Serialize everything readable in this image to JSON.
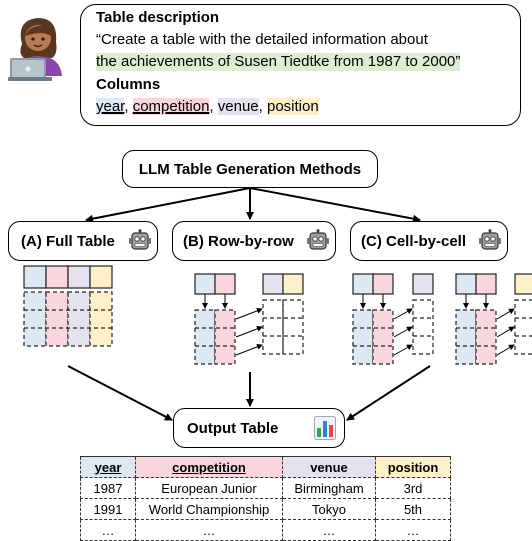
{
  "description": {
    "heading": "Table description",
    "quote_line1": "“Create a table with the detailed information about",
    "quote_line2": "the achievements of Susen Tiedtke from 1987 to 2000”",
    "columns_heading": "Columns",
    "columns": [
      "year",
      "competition",
      "venue",
      "position"
    ],
    "separator": ", "
  },
  "methods": {
    "title": "LLM Table Generation Methods",
    "a": "(A) Full Table",
    "b": "(B) Row-by-row",
    "c": "(C) Cell-by-cell"
  },
  "output": {
    "title": "Output Table",
    "headers": [
      "year",
      "competition",
      "venue",
      "position"
    ],
    "rows": [
      [
        "1987",
        "European Junior",
        "Birmingham",
        "3rd"
      ],
      [
        "1991",
        "World Championship",
        "Tokyo",
        "5th"
      ],
      [
        "…",
        "…",
        "…",
        "…"
      ]
    ]
  },
  "colors": {
    "blue": "#dde8f5",
    "pink": "#f9d5dd",
    "lavender": "#e5e2f0",
    "yellow": "#fdefc8",
    "green": "#dcedd2"
  },
  "icons": [
    "user-laptop-icon",
    "robot-icon",
    "bar-chart-icon"
  ]
}
